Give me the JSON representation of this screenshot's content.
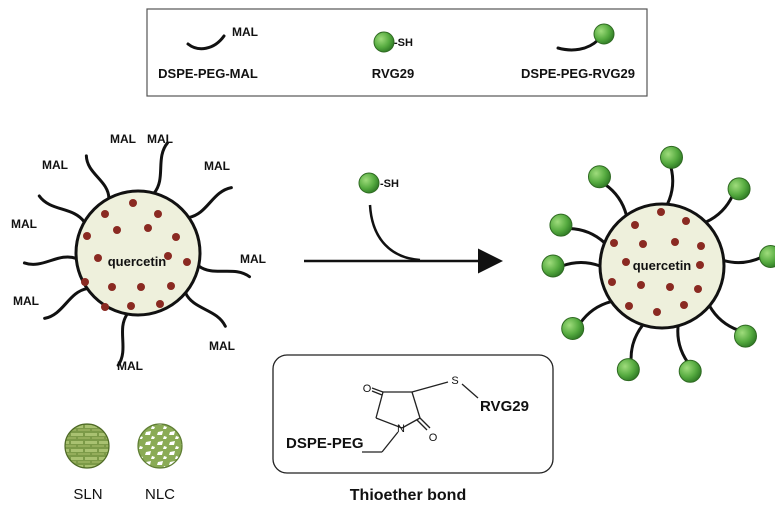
{
  "legend": {
    "items": [
      {
        "label": "DSPE-PEG-MAL",
        "tag": "MAL"
      },
      {
        "label": "RVG29",
        "tag": "-SH"
      },
      {
        "label": "DSPE-PEG-RVG29"
      }
    ]
  },
  "left_particle": {
    "core_label": "quercetin",
    "chain_label": "MAL"
  },
  "reagent": {
    "tag": "-SH"
  },
  "right_particle": {
    "core_label": "quercetin"
  },
  "structure": {
    "o_top": "O",
    "o_bottom": "O",
    "nitrogen": "N",
    "sulfur": "S",
    "peptide": "RVG29",
    "lipid": "DSPE-PEG",
    "caption": "Thioether bond"
  },
  "matrix_types": [
    {
      "label": "SLN"
    },
    {
      "label": "NLC"
    }
  ],
  "colors": {
    "core_fill": "#eef0dc",
    "dot": "#8a2a22",
    "ball": "#5aae44",
    "ball_edge": "#2f6a22",
    "line": "#111111",
    "sln": "#6f8f3e",
    "nlc": "#8fb05a"
  }
}
